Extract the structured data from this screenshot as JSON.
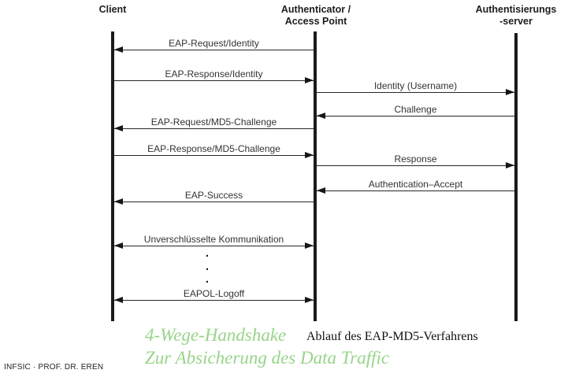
{
  "diagram": {
    "actors": [
      {
        "title_line1": "Client",
        "title_line2": ""
      },
      {
        "title_line1": "Authenticator /",
        "title_line2": "Access Point"
      },
      {
        "title_line1": "Authentisierungs",
        "title_line2": "-server"
      }
    ],
    "messages": [
      {
        "label": "EAP-Request/Identity",
        "from": "Authenticator / Access Point",
        "to": "Client",
        "direction": "left"
      },
      {
        "label": "EAP-Response/Identity",
        "from": "Client",
        "to": "Authenticator / Access Point",
        "direction": "right"
      },
      {
        "label": "Identity (Username)",
        "from": "Authenticator / Access Point",
        "to": "Authentisierungs-server",
        "direction": "right"
      },
      {
        "label": "Challenge",
        "from": "Authentisierungs-server",
        "to": "Authenticator / Access Point",
        "direction": "left"
      },
      {
        "label": "EAP-Request/MD5-Challenge",
        "from": "Authenticator / Access Point",
        "to": "Client",
        "direction": "left"
      },
      {
        "label": "EAP-Response/MD5-Challenge",
        "from": "Client",
        "to": "Authenticator / Access Point",
        "direction": "right"
      },
      {
        "label": "Response",
        "from": "Authenticator / Access Point",
        "to": "Authentisierungs-server",
        "direction": "right"
      },
      {
        "label": "Authentication–Accept",
        "from": "Authentisierungs-server",
        "to": "Authenticator / Access Point",
        "direction": "left"
      },
      {
        "label": "EAP-Success",
        "from": "Authenticator / Access Point",
        "to": "Client",
        "direction": "left"
      },
      {
        "label": "Unverschlüsselte Kommunikation",
        "from": "Client",
        "to": "Authenticator / Access Point",
        "direction": "both"
      },
      {
        "label": "EAPOL-Logoff",
        "from": "Client",
        "to": "Authenticator / Access Point",
        "direction": "both"
      }
    ],
    "ellipsis_dot": ".",
    "caption": "Ablauf des EAP-MD5-Verfahrens"
  },
  "annotation": {
    "line1": "4-Wege-Handshake",
    "line2": "Zur Absicherung des Data Traffic"
  },
  "footer": {
    "credit": "INFSIC · PROF. DR. EREN"
  },
  "colors": {
    "accent_green": "#98d489",
    "line": "#262626",
    "text": "#333333"
  }
}
